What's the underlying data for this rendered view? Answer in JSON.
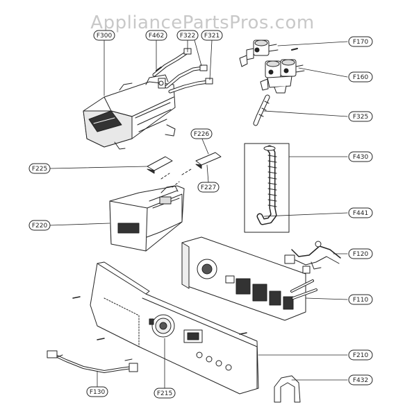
{
  "watermark": "AppliancePartsPros.com",
  "callouts": {
    "f300": "F300",
    "f462": "F462",
    "f322": "F322",
    "f321": "F321",
    "f170": "F170",
    "f160": "F160",
    "f325": "F325",
    "f226": "F226",
    "f225": "F225",
    "f227": "F227",
    "f430": "F430",
    "f220": "F220",
    "f441": "F441",
    "f120": "F120",
    "f110": "F110",
    "f210": "F210",
    "f130": "F130",
    "f215": "F215",
    "f432": "F432"
  }
}
